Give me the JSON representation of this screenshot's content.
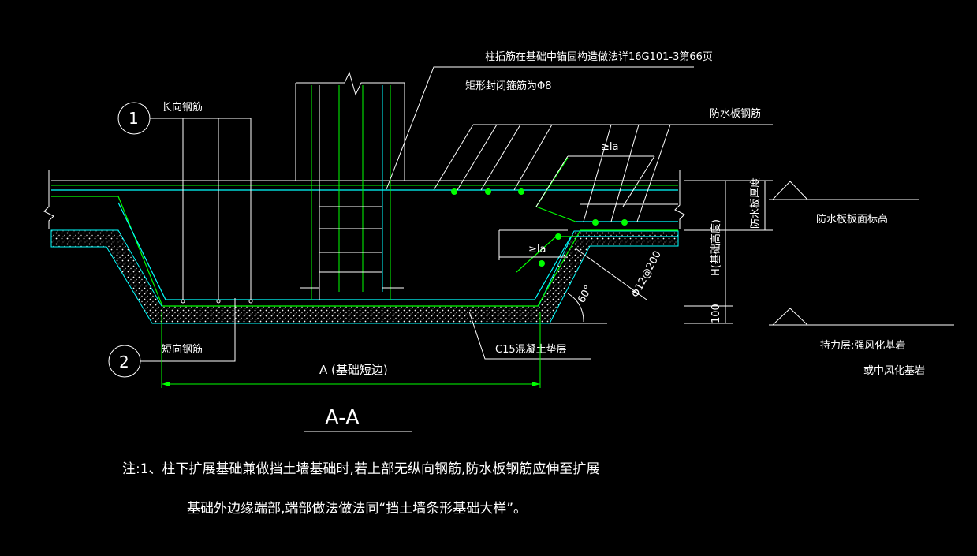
{
  "labels": {
    "col_anchor": "柱插筋在基础中锚固构造做法详16G101-3第66页",
    "stirrup": "矩形封闭箍筋为Φ8",
    "long_bar": "长向钢筋",
    "short_bar": "短向钢筋",
    "wp_bar": "防水板钢筋",
    "la_top": "≥la",
    "la_bottom": "≥la",
    "wp_thick": "防水板厚度",
    "wp_elev": "防水板板面标高",
    "h_found": "H(基础高度)",
    "dim_100": "100",
    "bearing_1": "持力层:强风化基岩",
    "bearing_2": "或中风化基岩",
    "rebar": "Φ12@200",
    "angle": "60°",
    "pad": "C15混凝土垫层",
    "dim_a": "A (基础短边)",
    "section": "A-A",
    "bubble_1": "1",
    "bubble_2": "2"
  },
  "notes": {
    "line1": "注:1、柱下扩展基础兼做挡土墙基础时,若上部无纵向钢筋,防水板钢筋应伸至扩展",
    "line2": "基础外边缘端部,端部做法做法同“挡土墙条形基础大样”。"
  },
  "colors": {
    "background": "#000000",
    "text": "#ffffff",
    "concrete": "#00ff00",
    "rebar_line": "#00ffff",
    "rebar_dot": "#00ff00"
  }
}
